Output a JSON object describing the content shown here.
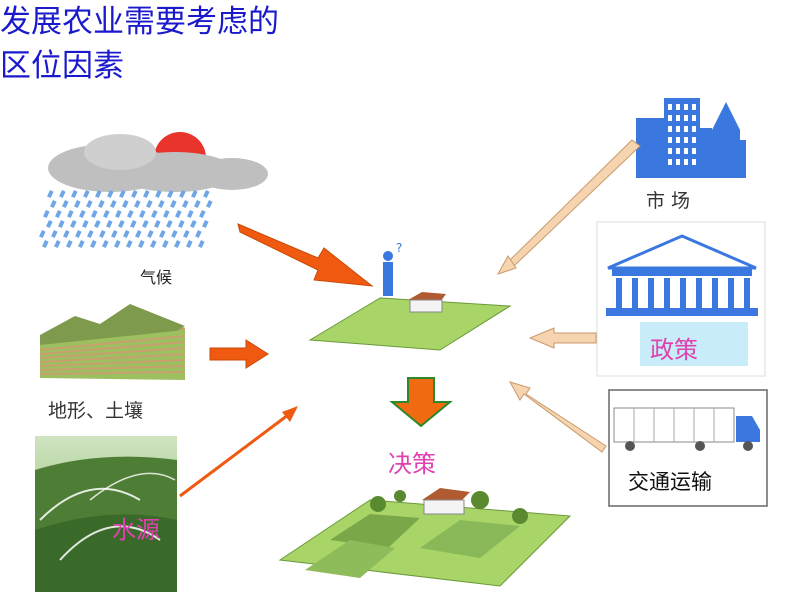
{
  "title_line1": "发展农业需要考虑的",
  "title_line2": "区位因素",
  "factors": {
    "climate": "气候",
    "terrain_soil": "地形、土壤",
    "water": "水源",
    "market": "市 场",
    "policy": "政策",
    "transport": "交通运输"
  },
  "decision": "决策",
  "colors": {
    "title": "#1a1acc",
    "pink_label": "#e040b0",
    "orange_arrow": "#ef5a10",
    "light_arrow": "#f6d4b0",
    "field_green": "#a8d468",
    "building_blue": "#3a78e0"
  }
}
